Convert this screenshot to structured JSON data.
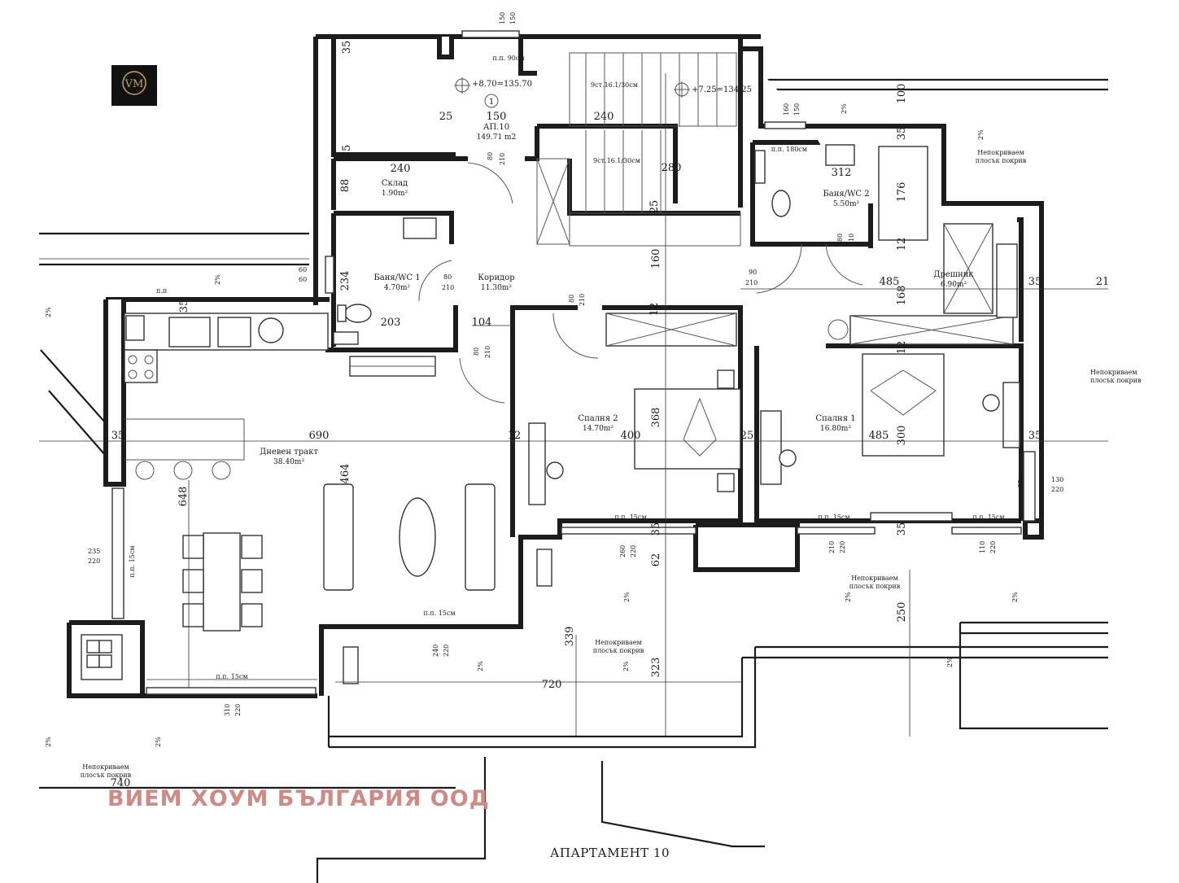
{
  "title": "АПАРТАМЕНТ 10",
  "company": "ВИЕМ ХОУМ БЪЛГАРИЯ ООД",
  "colors": {
    "wall": "#1c1c1c",
    "watermark": "#cf8a86",
    "logo_bg": "#111111"
  },
  "icons": {
    "logo": "vm-home-logo-icon"
  },
  "apartment": {
    "label": "АП.10",
    "area": "149.71 m2",
    "marker": "1"
  },
  "levels": {
    "upper": "+8.70=135.70",
    "lower": "+7.25=134.25"
  },
  "stairs": {
    "top": "9ст.16.1/30см",
    "bottom": "9ст.16.1/30см"
  },
  "rooms": {
    "sklad": {
      "name": "Склад",
      "area": "1.90m²"
    },
    "bath1": {
      "name": "Баня/WC 1",
      "area": "4.70m²"
    },
    "corridor": {
      "name": "Коридор",
      "area": "11.30m²"
    },
    "bath2": {
      "name": "Баня/WC 2",
      "area": "5.50m²"
    },
    "closet": {
      "name": "Дрешник",
      "area": "6.90m²"
    },
    "living": {
      "name": "Дневен тракт",
      "area": "38.40m²"
    },
    "bed2": {
      "name": "Спалня 2",
      "area": "14.70m²"
    },
    "bed1": {
      "name": "Спалня 1",
      "area": "16.80m²"
    }
  },
  "roof_notes": {
    "line1": "Непокриваем",
    "line2": "плосък покрив"
  },
  "sills": {
    "pp90": "п.п. 90см",
    "pp180": "п.п. 180см",
    "pp15": "п.п. 15см",
    "pp15v": "п.п. 15см",
    "ppside": "п.п. 35см",
    "ppnote": "п.п"
  },
  "slope": "2%",
  "dims": {
    "d150": "150",
    "d240a": "240",
    "d240b": "240",
    "d280": "280",
    "d25a": "25",
    "d25b": "25",
    "d25c": "25",
    "d35a": "35",
    "d35b": "35",
    "d35c": "35",
    "d35d": "35",
    "d35e": "35",
    "d35f": "35",
    "d35g": "35",
    "d35h": "35",
    "d88": "88",
    "d234": "234",
    "d203": "203",
    "d104": "104",
    "d160": "160",
    "d312": "312",
    "d176": "176",
    "d12a": "12",
    "d12b": "12",
    "d12c": "12",
    "d12d": "12",
    "d485a": "485",
    "d485b": "485",
    "d168": "168",
    "d100": "100",
    "d21": "21",
    "d690": "690",
    "d648": "648",
    "d464": "464",
    "d400": "400",
    "d368": "368",
    "d300": "300",
    "d62": "62",
    "d339": "339",
    "d323": "323",
    "d250": "250",
    "d720": "720",
    "d740": "740"
  },
  "doors": {
    "dw80_210a": "80",
    "dh80_210a": "210",
    "dw80_210b": "80",
    "dh80_210b": "210",
    "dw80_210c": "80",
    "dh80_210c": "210",
    "dw80_210d": "80",
    "dh80_210d": "210",
    "dw80_210e": "80",
    "dh80_210e": "210",
    "dw90_210": "90",
    "dh90_210": "210"
  },
  "windows": {
    "w150_150": "150",
    "h150_150": "150",
    "w160_150": "160",
    "h160_150": "150",
    "w60_60": "60",
    "h60_60": "60",
    "w235_220": "235",
    "h235_220": "220",
    "w310_220": "310",
    "h310_220": "220",
    "w240_220a": "240",
    "h240_220a": "220",
    "w260_220": "260",
    "h260_220": "220",
    "w210_220": "210",
    "h210_220": "220",
    "w110_220": "110",
    "h110_220": "220",
    "w130_220": "130",
    "h130_220": "220"
  }
}
